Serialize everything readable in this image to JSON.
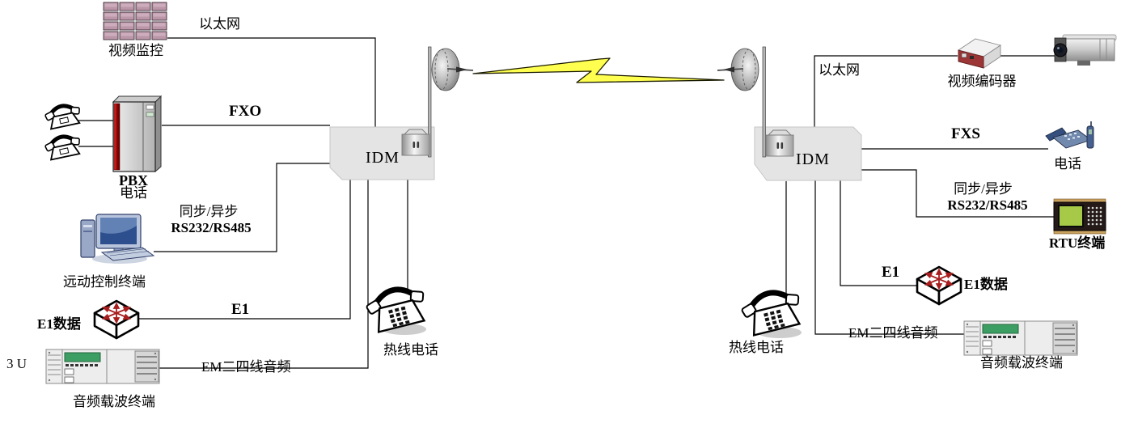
{
  "left_site": {
    "video_wall": "视频监控",
    "ethernet": "以太网",
    "fxo": "FXO",
    "pbx": "PBX",
    "pbx_sub": "电话",
    "sync_async": "同步/异步",
    "serial": "RS232/RS485",
    "remote_terminal": "远动控制终端",
    "e1_data": "E1数据",
    "e1": "E1",
    "rack_size": "3 U",
    "em_audio": "EM二四线音频",
    "audio_terminal": "音频载波终端",
    "hotline": "热线电话",
    "idm": "IDM"
  },
  "right_site": {
    "idm": "IDM",
    "ethernet": "以太网",
    "video_encoder": "视频编码器",
    "fxs": "FXS",
    "phone": "电话",
    "sync_async": "同步/异步",
    "serial": "RS232/RS485",
    "rtu_terminal": "RTU终端",
    "e1": "E1",
    "e1_data": "E1数据",
    "em_audio": "EM二四线音频",
    "audio_terminal": "音频载波终端",
    "hotline": "热线电话"
  },
  "colors": {
    "background": "#ffffff",
    "line": "#000000",
    "idm_fill": "#e4e4e4",
    "lightning_fill": "#ffff4f",
    "pbx_stripe": "#b00000",
    "display_green": "#3d9e63"
  }
}
